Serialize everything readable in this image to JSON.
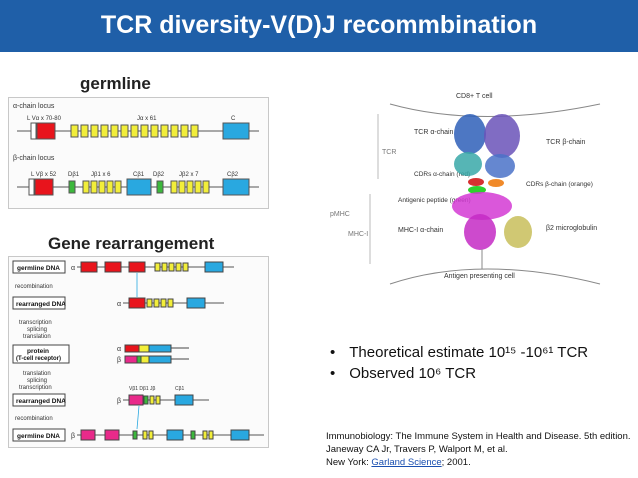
{
  "slide": {
    "title": "TCR diversity-V(D)J recommbination",
    "accent_color": "#1f5fa8"
  },
  "left": {
    "germline_label": "germline",
    "rearrangement_label": "Gene rearrangement",
    "alpha_locus_label": "α-chain locus",
    "beta_locus_label": "β-chain locus",
    "alpha_v_label": "L Vα x 70-80",
    "alpha_j_label": "Jα x 61",
    "alpha_c_label": "C",
    "beta_v_label": "L Vβ x 52",
    "beta_d1_label": "Dβ1",
    "beta_j1_label": "Jβ1 x 6",
    "beta_c1_label": "Cβ1",
    "beta_d2_label": "Dβ2",
    "beta_j2_label": "Jβ2 x 7",
    "beta_c2_label": "Cβ2",
    "steps": {
      "germline_dna": "germline DNA",
      "recombination": "recombination",
      "rearranged_dna": "rearranged DNA",
      "transcription": "transcription",
      "splicing": "splicing",
      "translation": "translation",
      "protein": "protein",
      "protein_sub": "(T-cell receptor)",
      "rearranged_dna_2": "rearranged DNA",
      "recombination_2": "recombination",
      "germline_dna_2": "germline DNA"
    }
  },
  "structure": {
    "top_label": "CD8+ T cell",
    "tcr_label": "TCR",
    "tcr_alpha": "TCR α-chain",
    "tcr_beta": "TCR β-chain",
    "cdr_alpha": "CDRs α-chain (red)",
    "cdr_beta": "CDRs β-chain (orange)",
    "peptide": "Antigenic peptide (green)",
    "pmhc": "pMHC",
    "mhc1": "MHC-I",
    "mhc_alpha": "MHC-I α-chain",
    "b2m": "β2 microglobulin",
    "bottom_label": "Antigen presenting cell"
  },
  "bullets": [
    "Theoretical estimate 10¹⁵ -10⁶¹ TCR",
    "Observed 10⁶ TCR"
  ],
  "reference": {
    "line1": "Immunobiology: The Immune System in Health and Disease. 5th edition.",
    "line2": "Janeway CA Jr, Travers P, Walport M, et al.",
    "line3_prefix": "New York: ",
    "line3_link": "Garland Science",
    "line3_suffix": "; 2001."
  }
}
